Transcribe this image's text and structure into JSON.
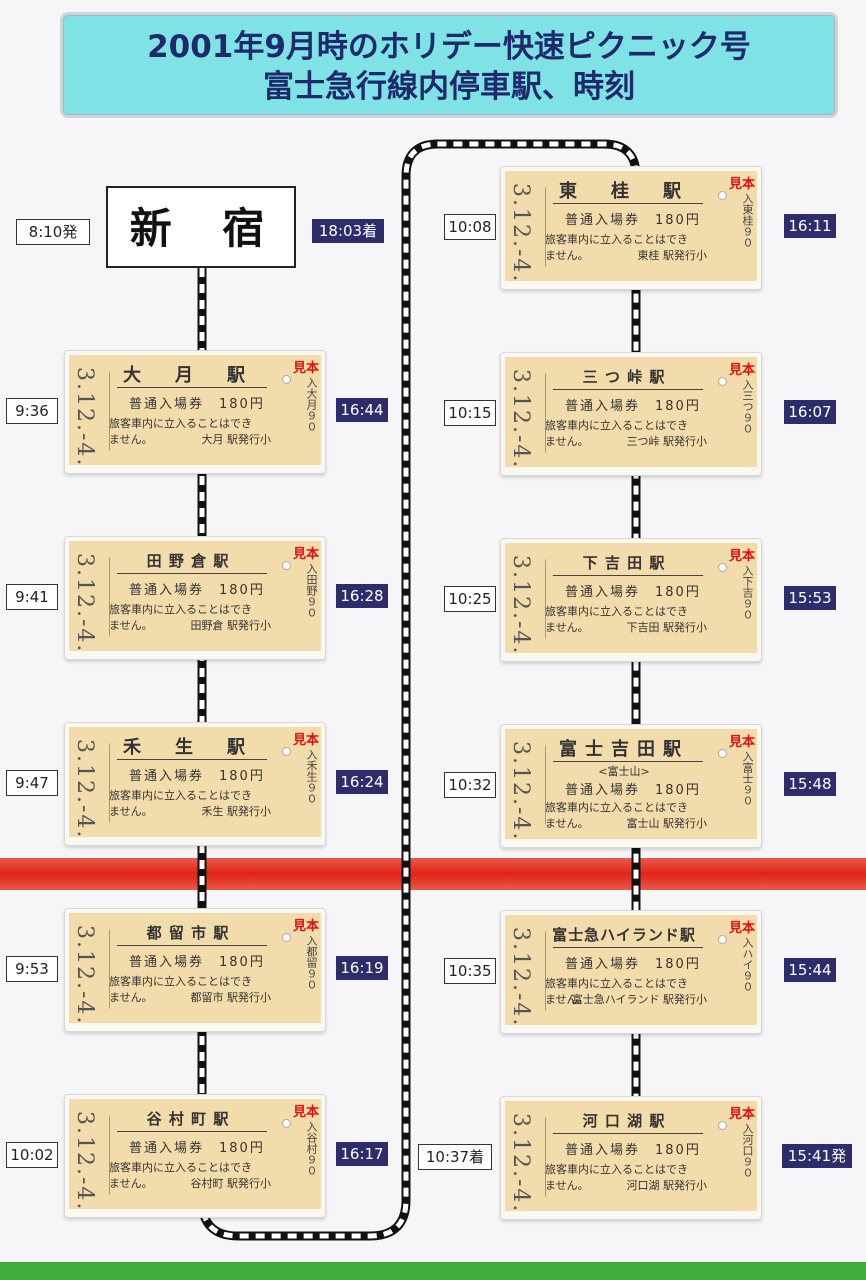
{
  "title": {
    "line1": "2001年9月時のホリデー快速ピクニック号",
    "line2": "富士急行線内停車駅、時刻"
  },
  "origin": {
    "name": "新 宿",
    "depart": "8:10発",
    "arrive": "18:03着"
  },
  "ticket_common": {
    "date": "3.12.-4.",
    "admission": "普通入場券　180円",
    "notice1": "旅客車内に立入ることはでき",
    "notice2": "ません。",
    "stamp": "見本"
  },
  "stations_left": [
    {
      "name": "大　月　駅",
      "issuer": "大月 駅発行小",
      "vert": "入大月９０",
      "out": "9:36",
      "back": "16:44"
    },
    {
      "name": "田 野 倉 駅",
      "issuer": "田野倉 駅発行小",
      "vert": "入田野９０",
      "out": "9:41",
      "back": "16:28"
    },
    {
      "name": "禾　生　駅",
      "issuer": "禾生 駅発行小",
      "vert": "入禾生９０",
      "out": "9:47",
      "back": "16:24"
    },
    {
      "name": "都 留 市 駅",
      "issuer": "都留市 駅発行小",
      "vert": "入都留９０",
      "out": "9:53",
      "back": "16:19"
    },
    {
      "name": "谷 村 町 駅",
      "issuer": "谷村町 駅発行小",
      "vert": "入谷村９０",
      "out": "10:02",
      "back": "16:17"
    }
  ],
  "stations_right": [
    {
      "name": "東　桂　駅",
      "issuer": "東桂 駅発行小",
      "vert": "入東桂９０",
      "out": "10:08",
      "back": "16:11"
    },
    {
      "name": "三 つ 峠 駅",
      "issuer": "三つ峠 駅発行小",
      "vert": "入三つ９０",
      "out": "10:15",
      "back": "16:07"
    },
    {
      "name": "下 吉 田 駅",
      "issuer": "下吉田 駅発行小",
      "vert": "入下吉９０",
      "out": "10:25",
      "back": "15:53"
    },
    {
      "name": "富士吉田駅",
      "sub": "<富士山>",
      "issuer": "富士山 駅発行小",
      "vert": "入富士９０",
      "out": "10:32",
      "back": "15:48"
    },
    {
      "name": "富士急ハイランド駅",
      "issuer": "富士急ハイランド 駅発行小",
      "vert": "入ハイ９０",
      "out": "10:35",
      "back": "15:44"
    },
    {
      "name": "河 口 湖 駅",
      "issuer": "河口湖 駅発行小",
      "vert": "入河口９０",
      "out": "10:37着",
      "back": "15:41発"
    }
  ]
}
